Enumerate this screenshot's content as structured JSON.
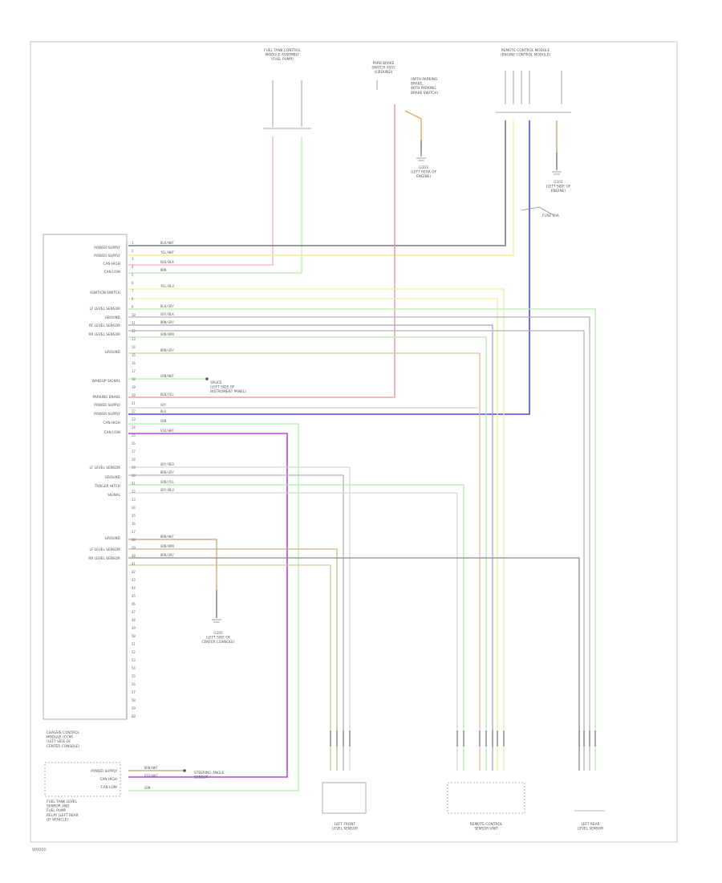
{
  "figure_id": "W0000",
  "components": {
    "fuel_tank_top": {
      "lines": [
        "FUEL TANK CONTROL",
        "MODULE ASSEMBLY",
        "(FUEL PUMP)"
      ]
    },
    "park_brake": {
      "lines": [
        "PARK BRAKE",
        "SWITCH ASSY",
        "(GROUND)"
      ]
    },
    "park_brake_note": {
      "lines": [
        "(WITH PARKING",
        "BRAKE,",
        "WITH PARKING",
        "BRAKE SWITCH)"
      ]
    },
    "junction_top": {
      "lines": [
        "REMOTE CONTROL MODULE",
        "(ENGINE CONTROL MODULE)"
      ]
    },
    "g_left_top": {
      "lines": [
        "G103",
        "(LEFT REAR OF",
        "ENGINE)"
      ]
    },
    "g_right_top": {
      "lines": [
        "G102",
        "(LEFT SIDE OF",
        "ENGINE)"
      ]
    },
    "fuse": {
      "label": "FUSE 30A"
    },
    "main_module": {
      "lines": [
        "CHASSIS CONTROL",
        "MODULE (CCM)",
        "(LEFT SIDE OF",
        "CENTER CONSOLE)"
      ]
    },
    "g_bottom": {
      "lines": [
        "G105",
        "(LEFT SIDE OF",
        "CENTER CONSOLE)"
      ]
    },
    "splice": {
      "lines": [
        "SPLICE",
        "(LEFT SIDE OF",
        "INSTRUMENT PANEL)"
      ]
    },
    "bottom_left_module": {
      "lines": [
        "FUEL TANK LEVEL",
        "SENSOR AND",
        "FUEL PUMP",
        "RELAY (LEFT REAR",
        "OF VEHICLE)"
      ]
    },
    "sensor_left": {
      "lines": [
        "LEFT FRONT",
        "LEVEL SENSOR"
      ]
    },
    "sensor_center": {
      "lines": [
        "REMOTE CONTROL",
        "SENSOR UNIT"
      ]
    },
    "sensor_right": {
      "lines": [
        "LEFT REAR",
        "LEVEL SENSOR"
      ]
    },
    "splice_note": {
      "lines": [
        "STEERING ANGLE",
        "SENSOR"
      ]
    }
  },
  "module_pin_labels": [
    "POWER SUPPLY",
    "POWER SUPPLY",
    "CAN HIGH",
    "CAN LOW",
    "IGNITION SWITCH",
    "LF LEVEL SENSOR",
    "GROUND",
    "RF LEVEL SENSOR",
    "RR LEVEL SENSOR",
    "GROUND",
    "WAKEUP SIGNAL",
    "PARKING BRAKE",
    "POWER SUPPLY",
    "POWER SUPPLY",
    "CAN HIGH",
    "CAN LOW",
    "LF LEVEL SENSOR",
    "GROUND",
    "TRAILER HITCH",
    "SIGNAL",
    "GROUND",
    "LF LEVEL SENSOR",
    "RR LEVEL SENSOR"
  ],
  "bottom_module_pin_labels": [
    "POWER SUPPLY",
    "CAN HIGH",
    "CAN LOW"
  ],
  "wire_labels": {
    "w1": "BLK/WHT",
    "w2": "RED/BLK",
    "w3": "YEL/WHT",
    "w4": "BRN",
    "w5": "YEL/BLU",
    "w6": "BLU/GRY",
    "w7": "GRY/BLK",
    "w8": "BRN/GRY",
    "w9": "GRN/BRN",
    "w10": "BRN/GRY",
    "w11": "GRN/WHT",
    "w12": "RED/YEL",
    "w13": "GRY",
    "w14": "BLU",
    "w15": "GRN",
    "w16": "VIO/WHT",
    "w17": "GRY/RED",
    "w18": "BRN/GRY",
    "w19": "GRN/YEL",
    "w20": "GRY/BLU",
    "w21": "BRN/WHT",
    "w22": "GRN/BRN",
    "w23": "BRN/GRY",
    "w24": "BRN/WHT",
    "w25": "VIO/WHT",
    "w26": "GRN"
  },
  "colors": {
    "red": "#f2a0a8",
    "pink": "#f5b0b8",
    "yellow": "#f2ef9c",
    "green": "#b8eab0",
    "blue": "#4b4bf0",
    "violet": "#b04bd8",
    "gray": "#b4b4b4",
    "darkgray": "#7a7a7a",
    "brown": "#c8b48c",
    "tan": "#d8c79a",
    "orange": "#f0b070",
    "lightgray": "#d8d8d8"
  }
}
